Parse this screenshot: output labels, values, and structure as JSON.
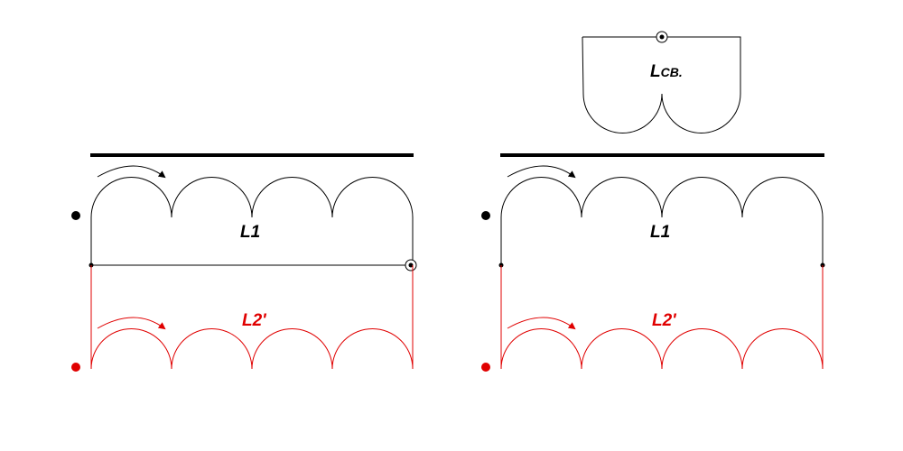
{
  "colors": {
    "primary": "#000000",
    "secondary": "#e00000",
    "background": "#ffffff"
  },
  "left_circuit": {
    "winding1_label": "L1",
    "winding2_label": "L2'"
  },
  "right_circuit": {
    "winding1_label": "L1",
    "winding2_label": "L2'",
    "coupling_label_main": "L",
    "coupling_label_sub": "СВ."
  }
}
